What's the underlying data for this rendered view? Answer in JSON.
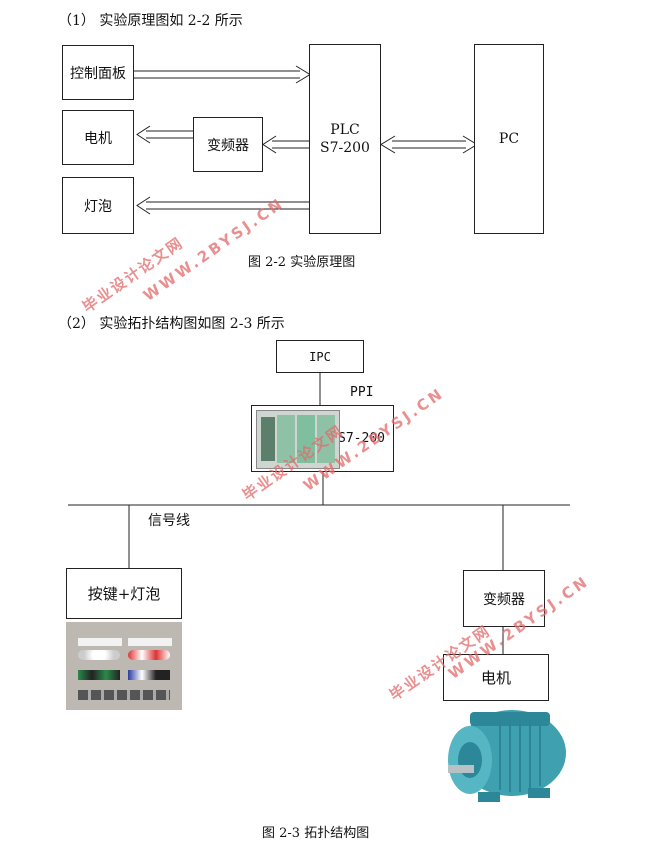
{
  "section1": {
    "heading": "（1）  实验原理图如 2-2 所示",
    "blocks": {
      "control_panel": "控制面板",
      "motor": "电机",
      "bulb": "灯泡",
      "inverter": "变频器",
      "plc_line1": "PLC",
      "plc_line2": "S7-200",
      "pc": "PC"
    },
    "caption": "图 2-2 实验原理图"
  },
  "section2": {
    "heading": "（2）  实验拓扑结构图如图 2-3 所示",
    "blocks": {
      "ipc": "IPC",
      "ppi": "PPI",
      "s7": "S7-200",
      "signal_line": "信号线",
      "buttons_bulb": "按键+灯泡",
      "inverter": "变频器",
      "motor": "电机"
    },
    "caption": "图 2-3 拓扑结构图"
  },
  "watermarks": {
    "cn": "毕业设计论文网",
    "url": "WWW.2BYSJ.CN"
  },
  "colors": {
    "watermark": "#e46a6a",
    "motor_body": "#3fa0b0",
    "plc_body": "#7fbf9f"
  }
}
